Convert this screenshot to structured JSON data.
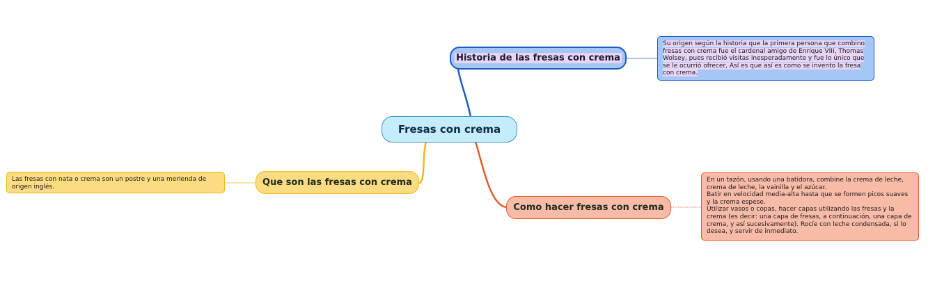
{
  "central": {
    "label": "Fresas con crema"
  },
  "branches": [
    {
      "label": "Historia de las fresas con crema",
      "note": "Su origen según la historia que la primera persona que combino fresas con crema fue el cardenal amigo de Enrique VIII, Thomas Wolsey, pues recibió visitas inesperadamente y fue lo único que se le ocurrió ofrecer, Así es que así es como se invento la fresa con crema.",
      "color": "#1a5dc2",
      "fill": "#a6c6f5"
    },
    {
      "label": "Que son las fresas con crema",
      "note": "Las fresas con nata o crema son un postre y una merienda de origen inglés.",
      "color": "#f0b81a",
      "fill": "#fcdc82"
    },
    {
      "label": "Como hacer fresas con crema",
      "note_lines": [
        "En un tazón, usando una batidora, combine la crema de leche, crema de leche, la vainilla y el azúcar.",
        "Batir en velocidad media-alta hasta que se formen picos suaves y la crema espese.",
        "Utilizar vasos o copas, hacer capas utilizando las fresas y la crema (es decir: una capa de fresas, a continuación, una capa de crema, y así sucesivamente). Rocíe con leche condensada, si lo desea, y servir de inmediato."
      ],
      "color": "#e35a2b",
      "fill": "#f8bba7"
    }
  ]
}
